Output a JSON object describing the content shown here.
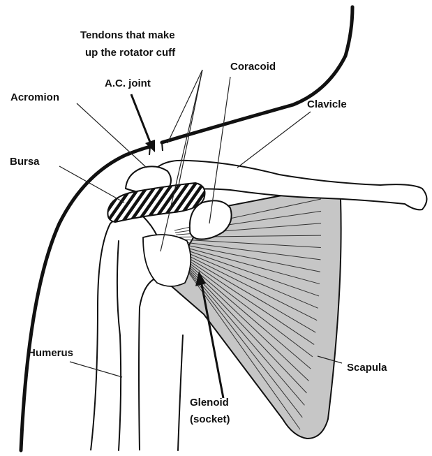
{
  "labels": {
    "tendons_line1": "Tendons that make",
    "tendons_line2": "up the rotator cuff",
    "coracoid": "Coracoid",
    "ac_joint": "A.C. joint",
    "acromion": "Acromion",
    "clavicle": "Clavicle",
    "bursa": "Bursa",
    "humerus": "Humerus",
    "scapula": "Scapula",
    "glenoid_line1": "Glenoid",
    "glenoid_line2": "(socket)"
  },
  "colors": {
    "line": "#111111",
    "scapula_fill": "#c8c8c8",
    "bone_fill": "#ffffff",
    "background": "#ffffff"
  }
}
